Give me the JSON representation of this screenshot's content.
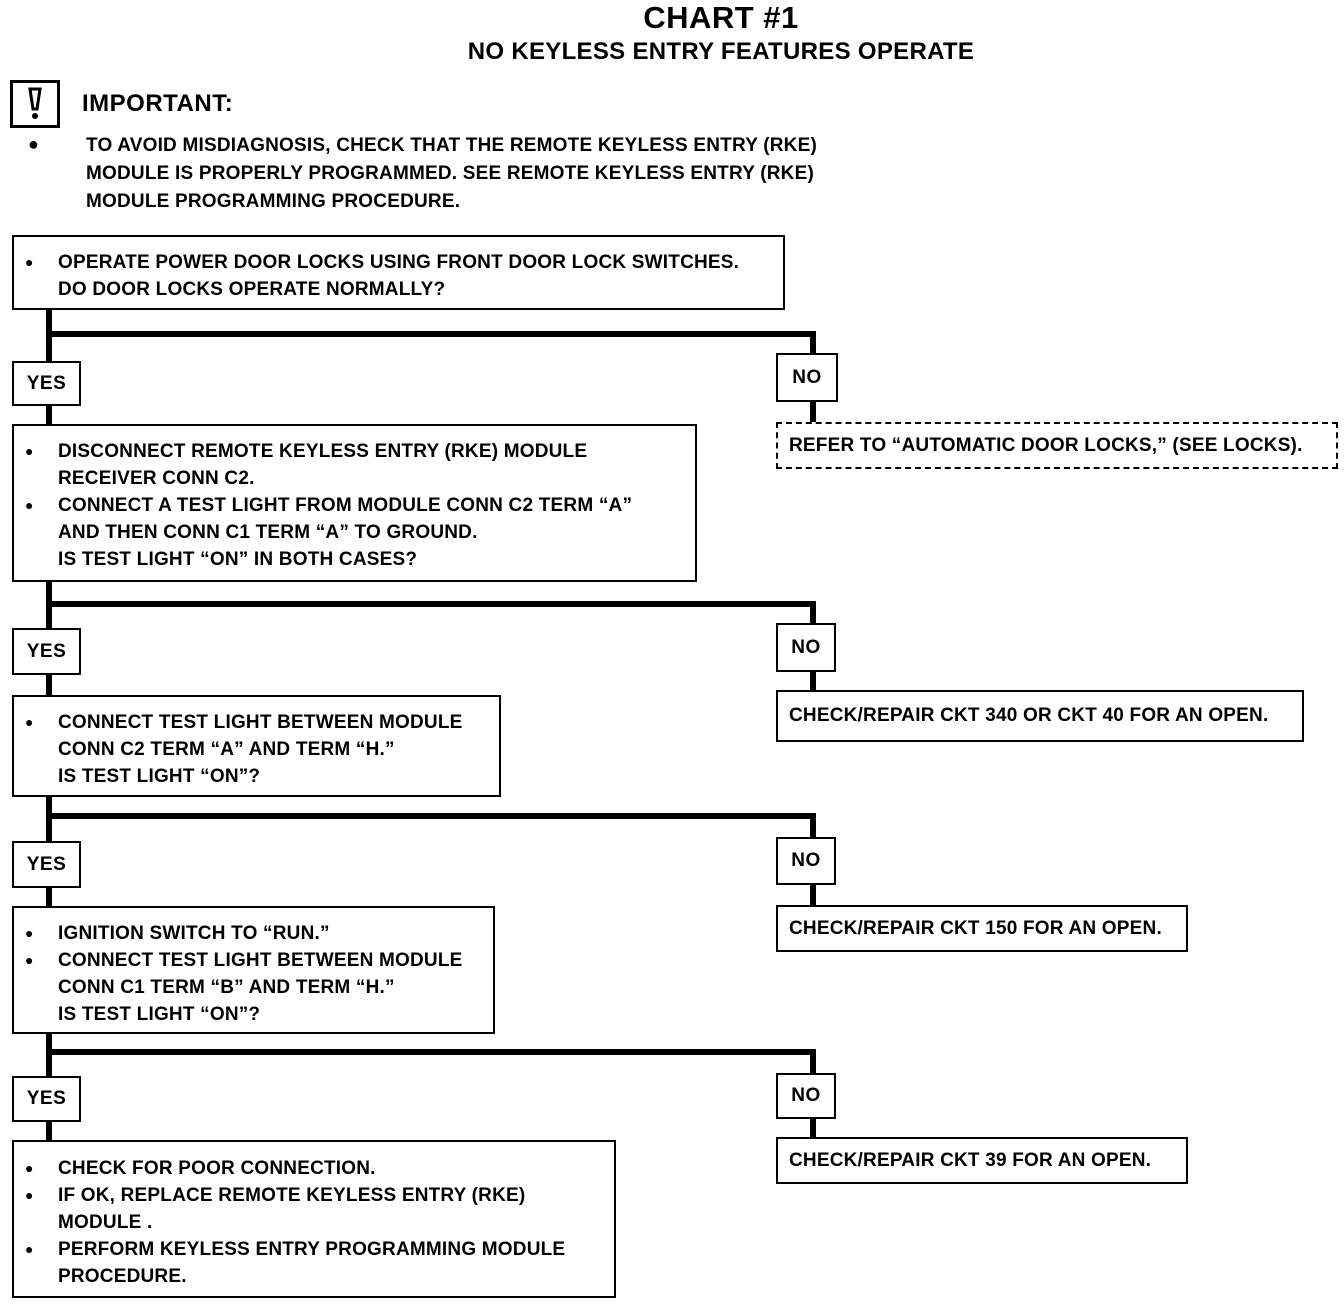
{
  "title": "CHART #1",
  "subtitle": "NO KEYLESS ENTRY FEATURES OPERATE",
  "important": {
    "icon": "warning-icon",
    "label": "IMPORTANT:",
    "bullet": "●",
    "text": "TO AVOID MISDIAGNOSIS, CHECK THAT THE REMOTE KEYLESS ENTRY (RKE)\nMODULE IS PROPERLY PROGRAMMED.  SEE REMOTE KEYLESS ENTRY (RKE)\nMODULE PROGRAMMING PROCEDURE."
  },
  "steps": [
    {
      "question": [
        "OPERATE POWER DOOR LOCKS USING FRONT DOOR LOCK SWITCHES.\nDO DOOR LOCKS OPERATE NORMALLY?"
      ],
      "yes_label": "YES",
      "no_label": "NO",
      "no_result": "REFER TO “AUTOMATIC DOOR LOCKS,” (SEE LOCKS)."
    },
    {
      "question": [
        "DISCONNECT REMOTE KEYLESS ENTRY (RKE) MODULE\nRECEIVER CONN C2.",
        "CONNECT A TEST LIGHT FROM MODULE  CONN C2 TERM “A”\nAND THEN CONN C1 TERM “A” TO GROUND.\nIS TEST LIGHT “ON” IN BOTH CASES?"
      ],
      "yes_label": "YES",
      "no_label": "NO",
      "no_result": "CHECK/REPAIR CKT 340 OR CKT 40 FOR AN OPEN."
    },
    {
      "question": [
        "CONNECT TEST LIGHT BETWEEN MODULE\nCONN C2 TERM “A” AND TERM “H.”\nIS TEST LIGHT “ON”?"
      ],
      "yes_label": "YES",
      "no_label": "NO",
      "no_result": "CHECK/REPAIR CKT 150 FOR AN OPEN."
    },
    {
      "question": [
        "IGNITION SWITCH TO “RUN.”",
        "CONNECT TEST LIGHT BETWEEN MODULE\nCONN C1 TERM “B” AND TERM “H.”\nIS TEST LIGHT “ON”?"
      ],
      "yes_label": "YES",
      "no_label": "NO",
      "no_result": "CHECK/REPAIR CKT 39 FOR AN OPEN."
    }
  ],
  "final": [
    "CHECK FOR POOR CONNECTION.",
    "IF OK, REPLACE REMOTE KEYLESS ENTRY (RKE)\nMODULE .",
    "PERFORM KEYLESS ENTRY PROGRAMMING MODULE\nPROCEDURE."
  ]
}
